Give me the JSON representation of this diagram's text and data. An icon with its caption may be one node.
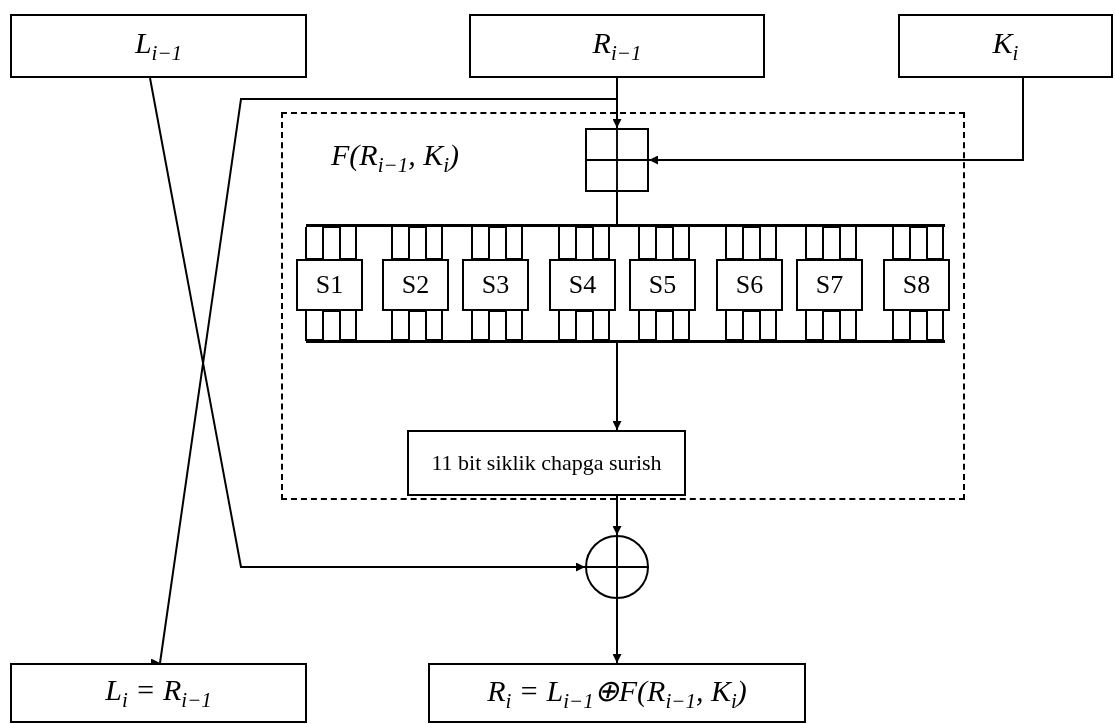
{
  "diagram": {
    "nodes": [
      {
        "text": [
          "L$_{i−1}$"
        ]
      },
      {
        "text": [
          "R$_{i−1}$"
        ]
      },
      {
        "text": [
          "K$_{i}$"
        ]
      },
      {
        "text": [
          "F(R$_{i−1}$, K$_{i}$)"
        ]
      },
      {
        "text": [],
        "shape": "box",
        "in": 3
      },
      {
        "text": [],
        "shape": "bar",
        "in": 3
      },
      {
        "text": [
          "S1"
        ],
        "in": 3
      },
      {
        "text": [
          "S2"
        ],
        "in": 3
      },
      {
        "text": [
          "S3"
        ],
        "in": 3
      },
      {
        "text": [
          "S4"
        ],
        "in": 3
      },
      {
        "text": [
          "S5"
        ],
        "in": 3
      },
      {
        "text": [
          "S6"
        ],
        "in": 3
      },
      {
        "text": [
          "S7"
        ],
        "in": 3
      },
      {
        "text": [
          "S8"
        ],
        "in": 3
      },
      {
        "text": [],
        "shape": "bar",
        "in": 3
      },
      {
        "text": [
          "11 bit siklik chapga surish"
        ],
        "in": 3
      },
      {
        "text": [],
        "shape": "circle"
      },
      {
        "text": [
          "L$_{i}$ = R$_{i−1}$"
        ]
      },
      {
        "text": [
          "R$_{i}$ = L$_{i−1}$⊕F(R$_{i−1}$, K$_{i}$)"
        ]
      }
    ],
    "edges": [
      {
        "from": 1,
        "to": 4,
        "arrow": "to"
      },
      {
        "from": 2,
        "to": 4,
        "arrow": "to"
      },
      {
        "from": 4,
        "to": 5,
        "arrow": "none"
      },
      {
        "from": 5,
        "to": 6,
        "arrow": "none"
      },
      {
        "from": 5,
        "to": 7,
        "arrow": "none"
      },
      {
        "from": 5,
        "to": 8,
        "arrow": "none"
      },
      {
        "from": 5,
        "to": 9,
        "arrow": "none"
      },
      {
        "from": 5,
        "to": 10,
        "arrow": "none"
      },
      {
        "from": 5,
        "to": 11,
        "arrow": "none"
      },
      {
        "from": 5,
        "to": 12,
        "arrow": "none"
      },
      {
        "from": 5,
        "to": 13,
        "arrow": "none"
      },
      {
        "from": 6,
        "to": 14,
        "arrow": "none"
      },
      {
        "from": 7,
        "to": 14,
        "arrow": "none"
      },
      {
        "from": 8,
        "to": 14,
        "arrow": "none"
      },
      {
        "from": 9,
        "to": 14,
        "arrow": "none"
      },
      {
        "from": 10,
        "to": 14,
        "arrow": "none"
      },
      {
        "from": 11,
        "to": 14,
        "arrow": "none"
      },
      {
        "from": 12,
        "to": 14,
        "arrow": "none"
      },
      {
        "from": 13,
        "to": 14,
        "arrow": "none"
      },
      {
        "from": 14,
        "to": 15,
        "arrow": "to"
      },
      {
        "from": 15,
        "to": 16,
        "arrow": "to"
      },
      {
        "from": 0,
        "to": 16,
        "arrow": "to"
      },
      {
        "from": 1,
        "to": 17,
        "arrow": "to"
      },
      {
        "from": 16,
        "to": 18,
        "arrow": "to"
      }
    ]
  }
}
